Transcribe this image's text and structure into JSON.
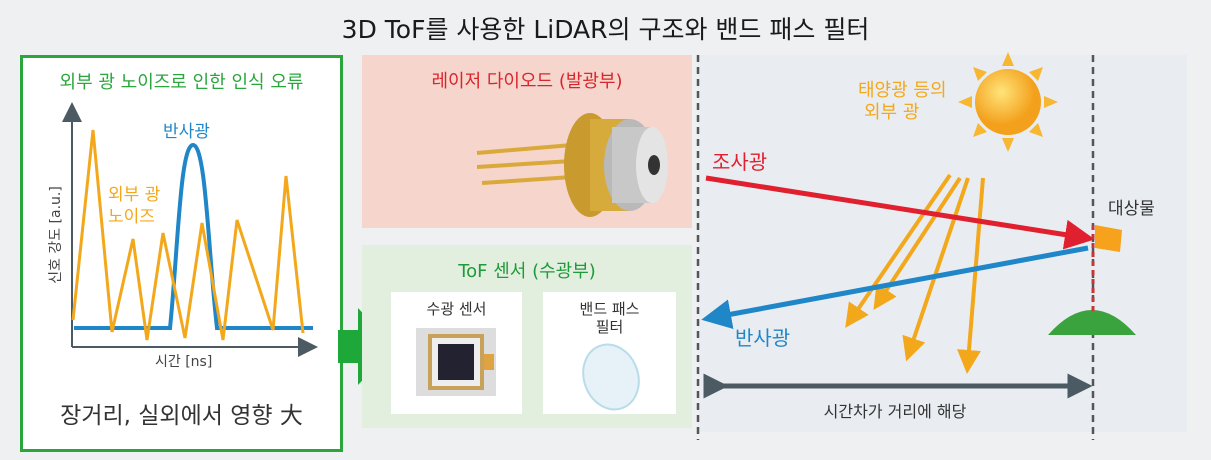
{
  "title": "3D ToF를 사용한 LiDAR의 구조와 밴드 패스 필터",
  "left_panel": {
    "title": "외부 광 노이즈로 인한 인식 오류",
    "reflected_label": "반사광",
    "noise_label_1": "외부 광",
    "noise_label_2": "노이즈",
    "y_axis_label": "신호 강도 [a.u.]",
    "x_axis_label": "시간 [ns]",
    "bottom_text": "장거리, 실외에서 영향 大",
    "colors": {
      "border": "#2aa63c",
      "reflected": "#1f86c8",
      "noise": "#f3a81c"
    }
  },
  "laser": {
    "title": "레이저 다이오드 (발광부)"
  },
  "tof_sensor": {
    "title": "ToF 센서 (수광부)",
    "sensor_label": "수광 센서",
    "filter_label_1": "밴드 패스",
    "filter_label_2": "필터"
  },
  "scene": {
    "sunlight_label_1": "태양광 등의",
    "sunlight_label_2": "외부 광",
    "emitted_label": "조사광",
    "reflected_label": "반사광",
    "target_label": "대상물",
    "time_label": "시간차가 거리에 해당",
    "colors": {
      "emitted": "#e0202e",
      "reflected": "#1f86c8",
      "sunlight": "#f3a81c"
    }
  }
}
